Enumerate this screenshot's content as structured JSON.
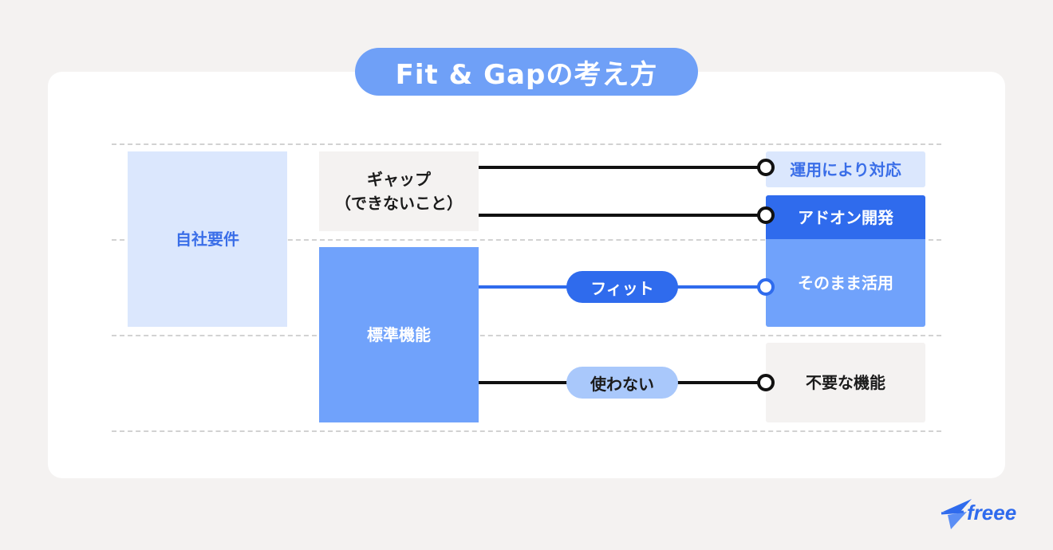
{
  "title": "Fit & Gapの考え方",
  "left": {
    "requirements": "自社要件"
  },
  "middle": {
    "gap_line1": "ギャップ",
    "gap_line2": "（できないこと）",
    "standard": "標準機能"
  },
  "connectors": {
    "fit": "フィット",
    "unused": "使わない"
  },
  "right": {
    "operations": "運用により対応",
    "addon": "アドオン開発",
    "as_is": "そのまま活用",
    "unneeded": "不要な機能"
  },
  "logo": {
    "text": "freee"
  },
  "colors": {
    "background": "#f4f2f1",
    "card": "#ffffff",
    "title_pill": "#6fa0f7",
    "accent_blue": "#2f6bed",
    "mid_blue": "#70a2fb",
    "light_blue": "#dbe7fd",
    "pale_blue": "#a9c8fb",
    "line_dark": "#111111"
  },
  "icons": {
    "logo": "freee-bird-logo",
    "node": "circle-node"
  }
}
